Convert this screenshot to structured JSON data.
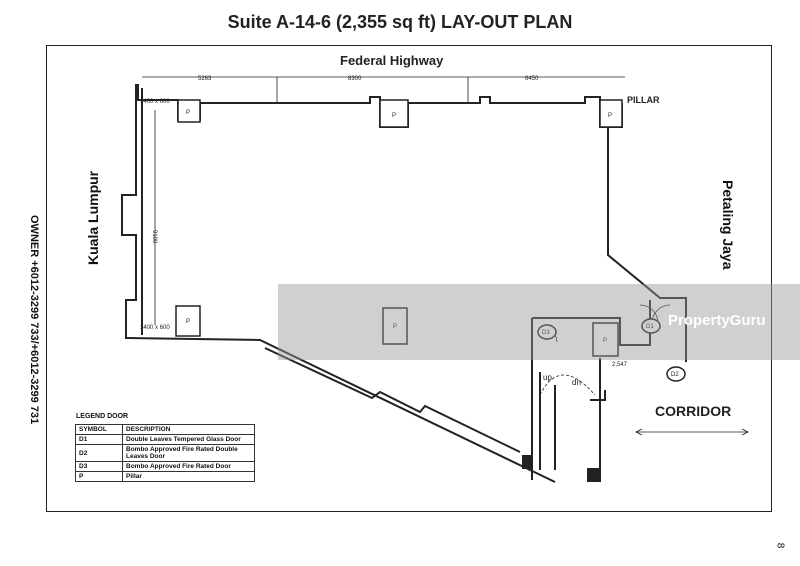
{
  "title": "Suite A-14-6 (2,355 sq ft) LAY-OUT PLAN",
  "owner": "OWNER +6012-3299 733/+6012-3299 731",
  "labels": {
    "north": "Federal Highway",
    "west": "Kuala Lumpur",
    "east": "Petaling Jaya",
    "corridor": "CORRIDOR",
    "pillar": "PILLAR",
    "up": "up",
    "dn": "dn",
    "pillar_mark": "P"
  },
  "dimensions": {
    "top": [
      "5263",
      "8300",
      "6450"
    ],
    "left": "9100",
    "window_top": "1400 x 600",
    "window_bottom": "1400 x 600",
    "door_width": "2,547"
  },
  "doors": {
    "d1": "D1",
    "d2": "D2",
    "d3": "D3"
  },
  "legend": {
    "title": "LEGEND DOOR",
    "headers": [
      "SYMBOL",
      "DESCRIPTION"
    ],
    "rows": [
      {
        "symbol": "D1",
        "description": "Double Leaves Tempered Glass Door"
      },
      {
        "symbol": "D2",
        "description": "Bombo Approved Fire Rated Double Leaves Door"
      },
      {
        "symbol": "D3",
        "description": "Bombo Approved Fire Rated Door"
      },
      {
        "symbol": "P",
        "description": "Pillar"
      }
    ]
  },
  "watermark": "PropertyGuru",
  "page_number": "8"
}
